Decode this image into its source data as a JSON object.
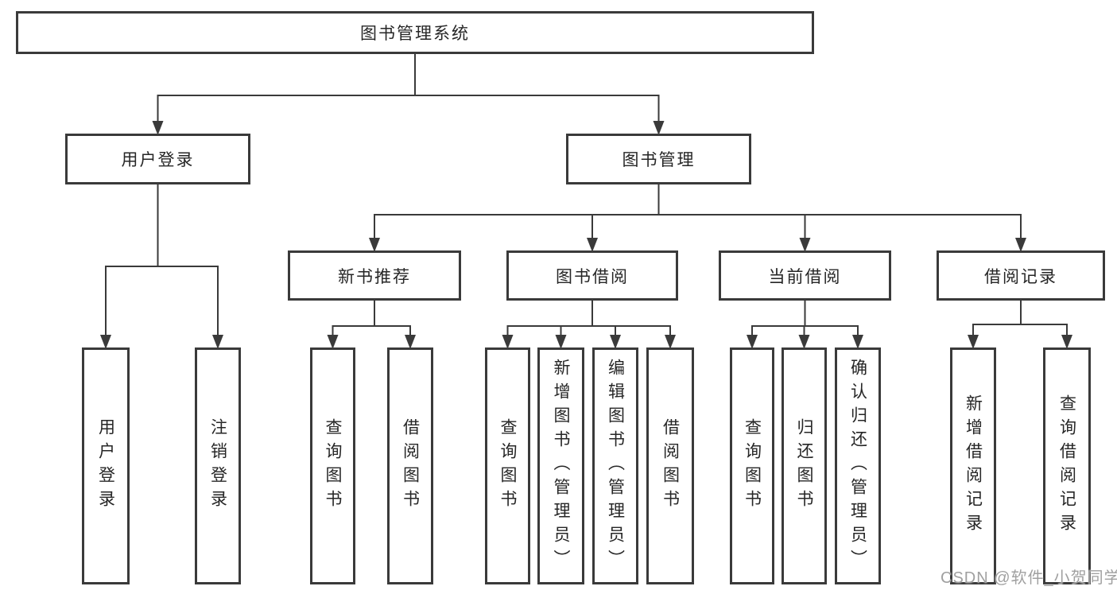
{
  "nodes": [
    {
      "id": "root",
      "label": "图书管理系统",
      "orientation": "horizontal"
    },
    {
      "id": "user-login",
      "label": "用户登录",
      "orientation": "horizontal"
    },
    {
      "id": "book-mgmt",
      "label": "图书管理",
      "orientation": "horizontal"
    },
    {
      "id": "new-book-rec",
      "label": "新书推荐",
      "orientation": "horizontal"
    },
    {
      "id": "book-borrow",
      "label": "图书借阅",
      "orientation": "horizontal"
    },
    {
      "id": "current-borrow",
      "label": "当前借阅",
      "orientation": "horizontal"
    },
    {
      "id": "borrow-records",
      "label": "借阅记录",
      "orientation": "horizontal"
    },
    {
      "id": "leaf-user-login",
      "label": "用户登录",
      "orientation": "vertical"
    },
    {
      "id": "leaf-logout",
      "label": "注销登录",
      "orientation": "vertical"
    },
    {
      "id": "leaf-nbr-query",
      "label": "查询图书",
      "orientation": "vertical"
    },
    {
      "id": "leaf-nbr-borrow",
      "label": "借阅图书",
      "orientation": "vertical"
    },
    {
      "id": "leaf-bb-query",
      "label": "查询图书",
      "orientation": "vertical"
    },
    {
      "id": "leaf-bb-add",
      "label": "新增图书（管理员）",
      "orientation": "vertical"
    },
    {
      "id": "leaf-bb-edit",
      "label": "编辑图书（管理员）",
      "orientation": "vertical"
    },
    {
      "id": "leaf-bb-borrow",
      "label": "借阅图书",
      "orientation": "vertical"
    },
    {
      "id": "leaf-cb-query",
      "label": "查询图书",
      "orientation": "vertical"
    },
    {
      "id": "leaf-cb-return",
      "label": "归还图书",
      "orientation": "vertical"
    },
    {
      "id": "leaf-cb-confirm",
      "label": "确认归还（管理员）",
      "orientation": "vertical"
    },
    {
      "id": "leaf-br-add",
      "label": "新增借阅记录",
      "orientation": "vertical"
    },
    {
      "id": "leaf-br-query",
      "label": "查询借阅记录",
      "orientation": "vertical"
    }
  ],
  "edges": [
    [
      "root",
      "user-login"
    ],
    [
      "root",
      "book-mgmt"
    ],
    [
      "user-login",
      "leaf-user-login"
    ],
    [
      "user-login",
      "leaf-logout"
    ],
    [
      "book-mgmt",
      "new-book-rec"
    ],
    [
      "book-mgmt",
      "book-borrow"
    ],
    [
      "book-mgmt",
      "current-borrow"
    ],
    [
      "book-mgmt",
      "borrow-records"
    ],
    [
      "new-book-rec",
      "leaf-nbr-query"
    ],
    [
      "new-book-rec",
      "leaf-nbr-borrow"
    ],
    [
      "book-borrow",
      "leaf-bb-query"
    ],
    [
      "book-borrow",
      "leaf-bb-add"
    ],
    [
      "book-borrow",
      "leaf-bb-edit"
    ],
    [
      "book-borrow",
      "leaf-bb-borrow"
    ],
    [
      "current-borrow",
      "leaf-cb-query"
    ],
    [
      "current-borrow",
      "leaf-cb-return"
    ],
    [
      "current-borrow",
      "leaf-cb-confirm"
    ],
    [
      "borrow-records",
      "leaf-br-add"
    ],
    [
      "borrow-records",
      "leaf-br-query"
    ]
  ],
  "watermark": {
    "text": "CSDN @软件_小贺同学"
  },
  "colors": {
    "line": "#3a3a3a",
    "text": "#262626",
    "background": "#ffffff",
    "watermark": "#a0a0a0"
  }
}
